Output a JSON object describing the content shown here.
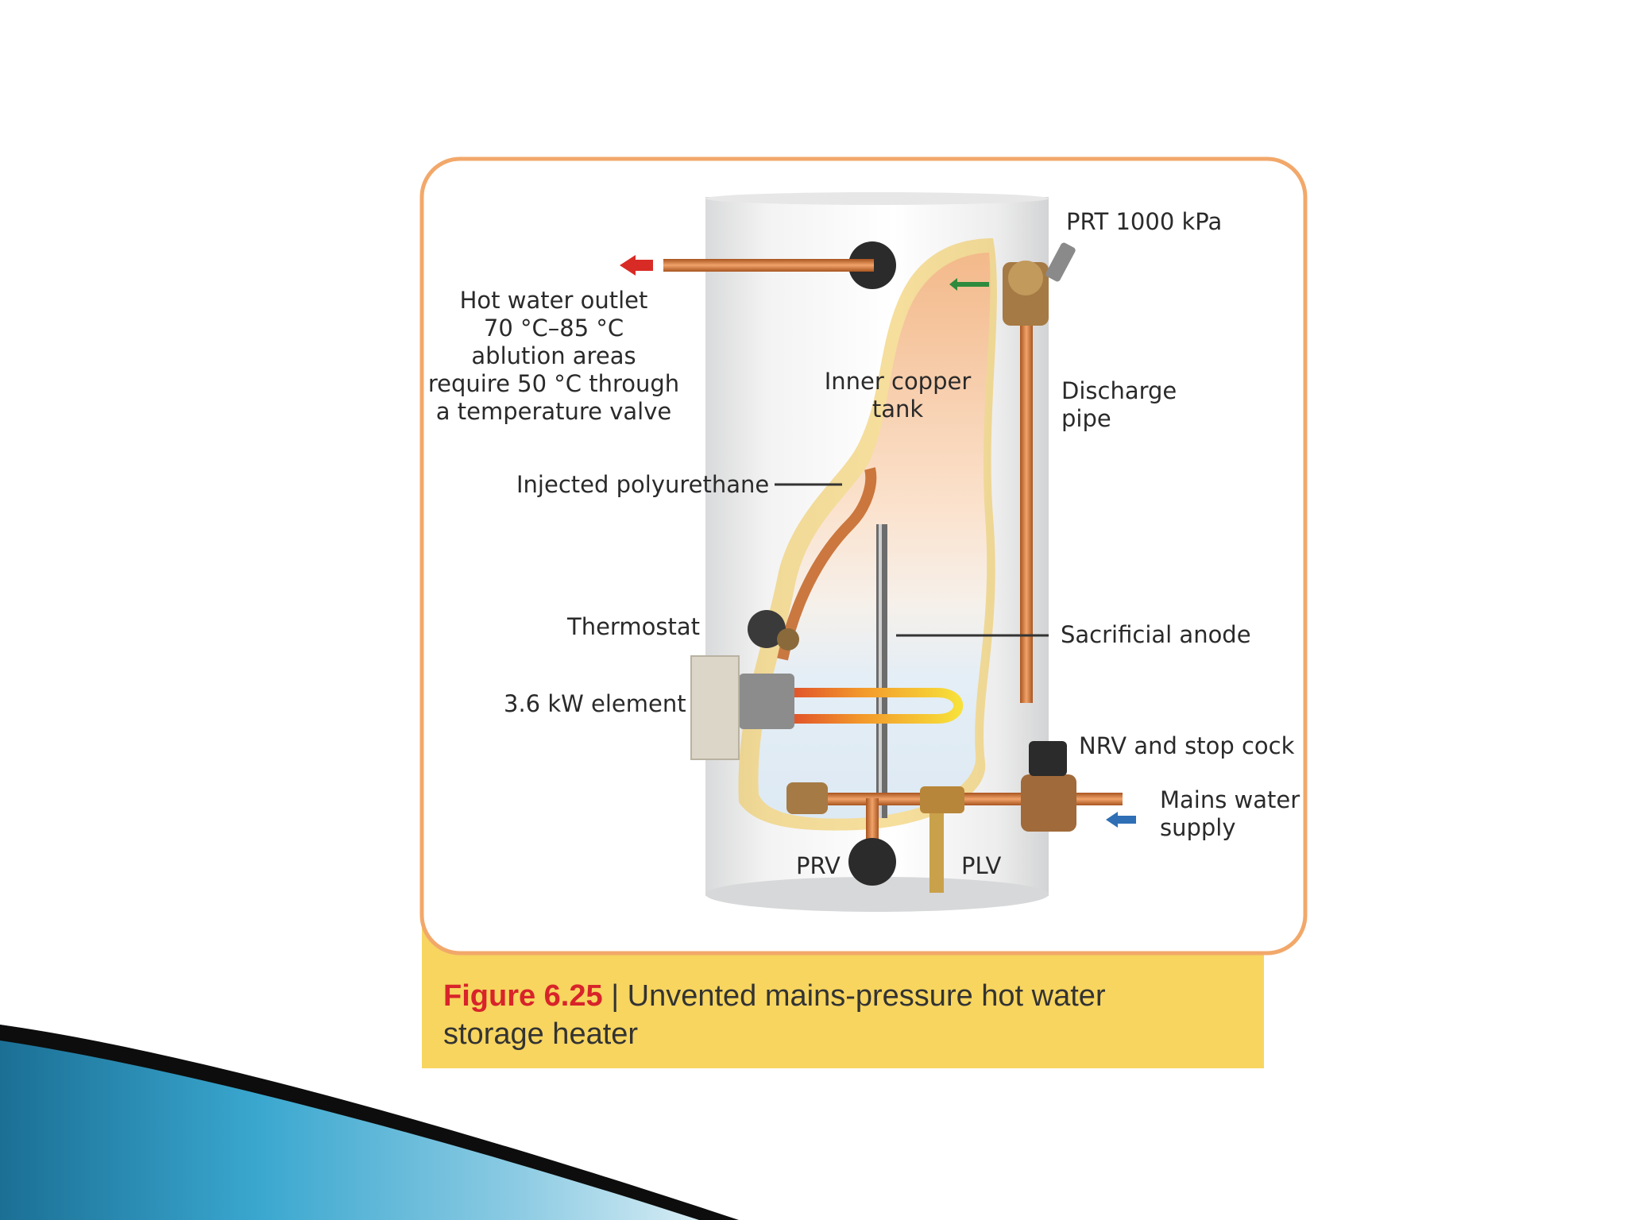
{
  "labels": {
    "prt": "PRT 1000 kPa",
    "hot_outlet": "Hot water outlet\n70 °C–85 °C\nablution areas\nrequire 50 °C through\na temperature valve",
    "inner_tank": "Inner copper\ntank",
    "discharge_pipe": "Discharge\npipe",
    "polyurethane": "Injected polyurethane",
    "thermostat": "Thermostat",
    "sacrificial_anode": "Sacrificial anode",
    "element": "3.6 kW element",
    "nrv": "NRV and stop cock",
    "mains": "Mains water\nsupply",
    "prv": "PRV",
    "plv": "PLV"
  },
  "caption": {
    "figure_number": "Figure 6.25",
    "separator": " | ",
    "text": "Unvented mains-pressure hot water storage heater"
  },
  "colors": {
    "frame_border": "#f2a86a",
    "caption_band": "#f7d55f",
    "figure_number": "#d8232a",
    "hot_arrow": "#d92b25",
    "cold_arrow": "#2f6fb5",
    "inlet_arrow": "#2e8b3d",
    "copper": "#c56a2d",
    "brass": "#b8863a"
  }
}
